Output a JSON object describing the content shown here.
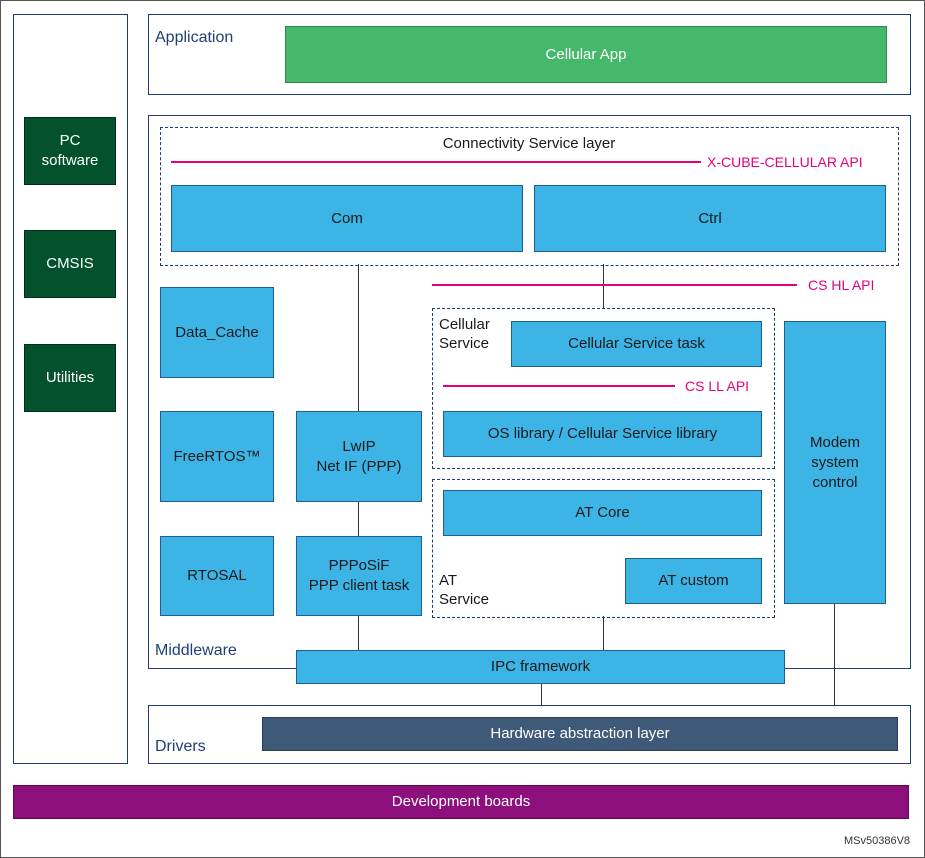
{
  "sidebar": {
    "items": [
      {
        "label": "PC\nsoftware"
      },
      {
        "label": "CMSIS"
      },
      {
        "label": "Utilities"
      }
    ]
  },
  "application": {
    "title": "Application",
    "app": "Cellular App"
  },
  "middleware": {
    "title": "Middleware",
    "connectivity": {
      "title": "Connectivity Service layer",
      "api": "X-CUBE-CELLULAR API",
      "com": "Com",
      "ctrl": "Ctrl"
    },
    "cs_hl_api": "CS HL API",
    "cellular_service": {
      "title": "Cellular\nService",
      "task": "Cellular Service task",
      "ll_api": "CS LL API",
      "library": "OS library / Cellular Service library"
    },
    "at_service": {
      "title": "AT\nService",
      "core": "AT Core",
      "custom": "AT custom"
    },
    "data_cache": "Data_Cache",
    "freertos": "FreeRTOS™",
    "rtosal": "RTOSAL",
    "lwip": "LwIP\nNet IF (PPP)",
    "pppos": "PPPoSiF\nPPP client task",
    "modem": "Modem\nsystem\ncontrol",
    "ipc": "IPC framework"
  },
  "drivers": {
    "title": "Drivers",
    "hal": "Hardware abstraction layer"
  },
  "boards": "Development boards",
  "reference": "MSv50386V8",
  "colors": {
    "blue_box": "#3db4e6",
    "app_green": "#45b86b",
    "side_green": "#03522b",
    "hal_slate": "#3e5a78",
    "boards_purple": "#8c0f7c",
    "api_magenta": "#e6007e"
  }
}
